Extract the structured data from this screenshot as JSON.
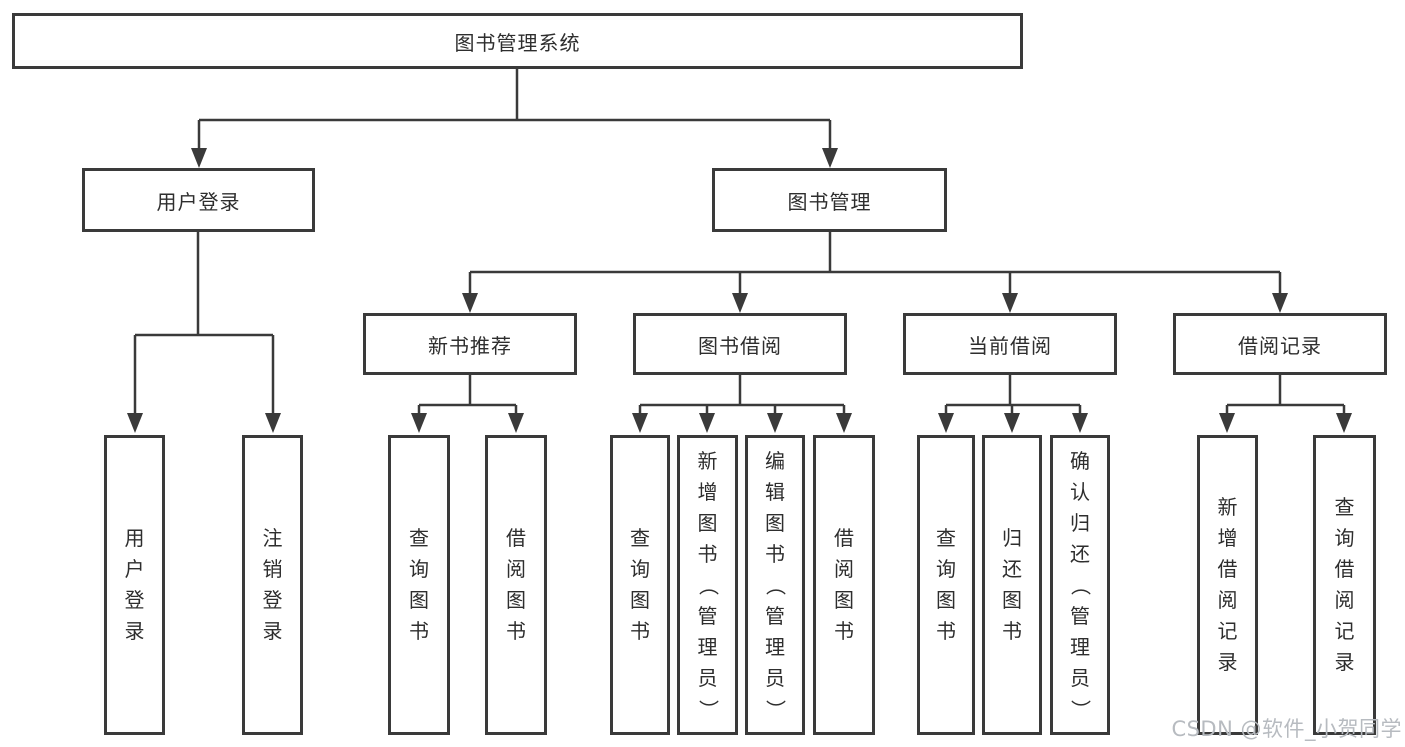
{
  "diagram": {
    "root": {
      "label": "图书管理系统"
    },
    "branches": [
      {
        "label": "用户登录",
        "children": [
          {
            "label": "用户登录"
          },
          {
            "label": "注销登录"
          }
        ]
      },
      {
        "label": "图书管理",
        "children": [
          {
            "label": "新书推荐",
            "children": [
              {
                "label": "查询图书"
              },
              {
                "label": "借阅图书"
              }
            ]
          },
          {
            "label": "图书借阅",
            "children": [
              {
                "label": "查询图书"
              },
              {
                "label": "新增图书（管理员）"
              },
              {
                "label": "编辑图书（管理员）"
              },
              {
                "label": "借阅图书"
              }
            ]
          },
          {
            "label": "当前借阅",
            "children": [
              {
                "label": "查询图书"
              },
              {
                "label": "归还图书"
              },
              {
                "label": "确认归还（管理员）"
              }
            ]
          },
          {
            "label": "借阅记录",
            "children": [
              {
                "label": "新增借阅记录"
              },
              {
                "label": "查询借阅记录"
              }
            ]
          }
        ]
      }
    ]
  },
  "watermark": {
    "text": "CSDN @软件_小贺同学"
  },
  "colors": {
    "line": "#3a3a3a",
    "box_border": "#3a3a3a",
    "text": "#2e2e2e",
    "background": "#ffffff",
    "watermark": "#b7bbc0"
  }
}
